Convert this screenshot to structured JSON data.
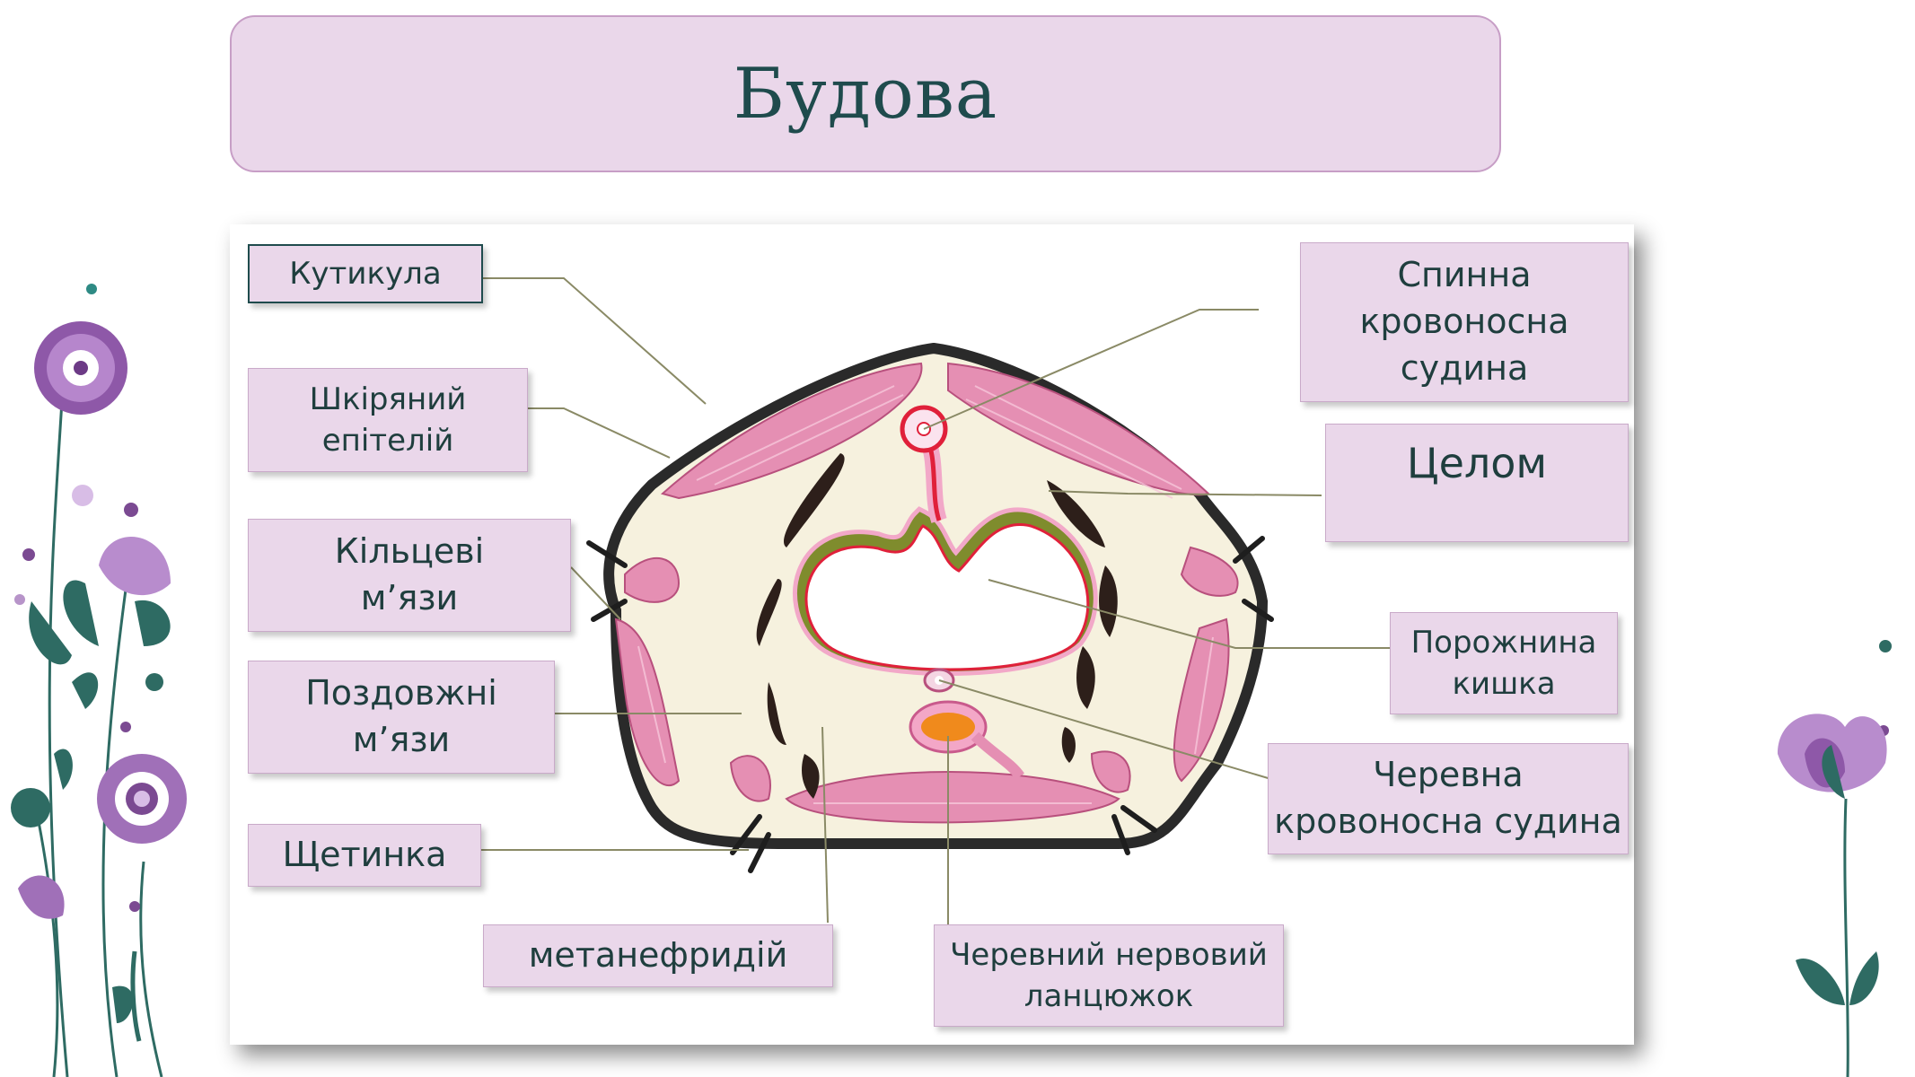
{
  "slide": {
    "title": "Будова"
  },
  "labels": {
    "cuticle": "Кутикула",
    "skin_epithelium": "Шкіряний\nепітелій",
    "circular_muscles": "Кільцеві\nм’язи",
    "longitudinal_muscles": "Поздовжні\nм’язи",
    "seta": "Щетинка",
    "metanephridium": "метанефридій",
    "ventral_nerve_cord": "Черевний нервовий\nланцюжок",
    "dorsal_vessel": "Спинна\nкровоносна\nсудина",
    "coelom": "Целом",
    "gut_cavity": "Порожнина\nкишка",
    "ventral_vessel": "Черевна\nкровоносна судина"
  },
  "colors": {
    "banner_fill": "#ead7ea",
    "banner_border": "#c79ec6",
    "title_text": "#1f4b4d",
    "label_fill": "#ead7ea",
    "label_text": "#1f3e3e",
    "muscle_pink": "#e58fb3",
    "body_outline": "#2a2a2a",
    "coelom_fill": "#f6f1de",
    "gut_green": "#7f8c2d",
    "vessel_red": "#e0203a",
    "nerve_orange": "#f08a1c",
    "flower_purple": "#a070b8",
    "leaf_teal": "#2e6b63"
  },
  "icons": [
    "flower-decoration",
    "leaf-decoration"
  ]
}
